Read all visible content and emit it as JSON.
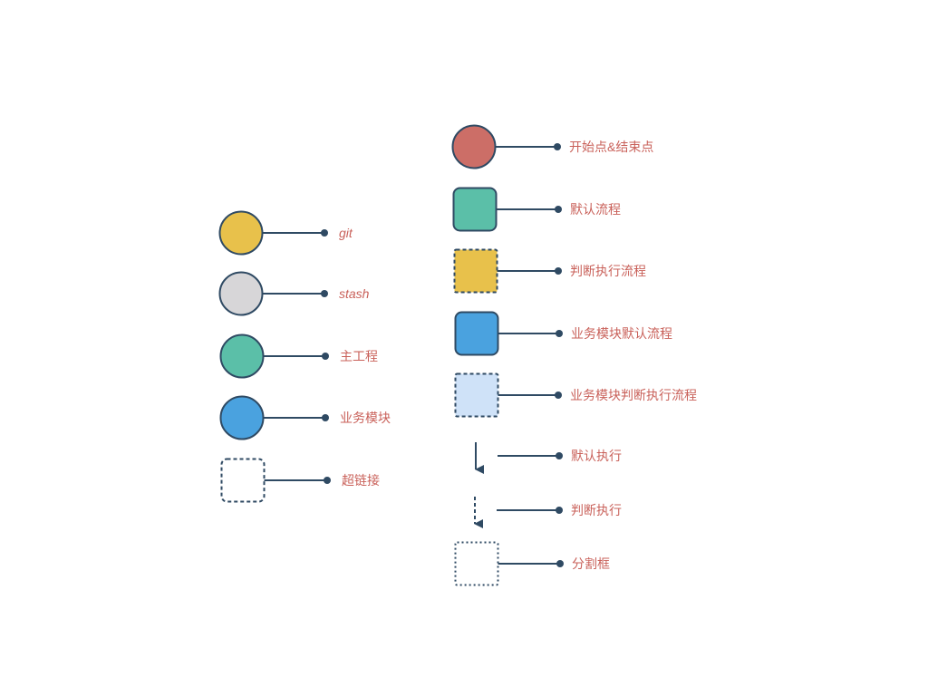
{
  "colors": {
    "stroke": "#2f4a63",
    "label": "#c9615a",
    "yellow": "#e8c14b",
    "gray": "#d7d6d8",
    "teal": "#5bbfa8",
    "blue": "#4aa2df",
    "red": "#cc6e67",
    "light_blue": "#cfe2f8",
    "white": "#ffffff"
  },
  "left_legend": [
    {
      "label": "git",
      "shape": "circle",
      "fill": "yellow",
      "italic": true
    },
    {
      "label": "stash",
      "shape": "circle",
      "fill": "gray",
      "italic": true
    },
    {
      "label": "主工程",
      "shape": "circle",
      "fill": "teal",
      "italic": false
    },
    {
      "label": "业务模块",
      "shape": "circle",
      "fill": "blue",
      "italic": false
    },
    {
      "label": "超链接",
      "shape": "dashed-rounded-square",
      "fill": "white",
      "italic": false
    }
  ],
  "right_legend": [
    {
      "label": "开始点&结束点",
      "shape": "circle",
      "fill": "red"
    },
    {
      "label": "默认流程",
      "shape": "rounded-square",
      "fill": "teal"
    },
    {
      "label": "判断执行流程",
      "shape": "dashed-square",
      "fill": "yellow"
    },
    {
      "label": "业务模块默认流程",
      "shape": "rounded-square",
      "fill": "blue"
    },
    {
      "label": "业务模块判断执行流程",
      "shape": "dashed-square",
      "fill": "light_blue"
    },
    {
      "label": "默认执行",
      "shape": "solid-arrow",
      "fill": "none"
    },
    {
      "label": "判断执行",
      "shape": "dashed-arrow",
      "fill": "none"
    },
    {
      "label": "分割框",
      "shape": "dotted-square",
      "fill": "white"
    }
  ]
}
